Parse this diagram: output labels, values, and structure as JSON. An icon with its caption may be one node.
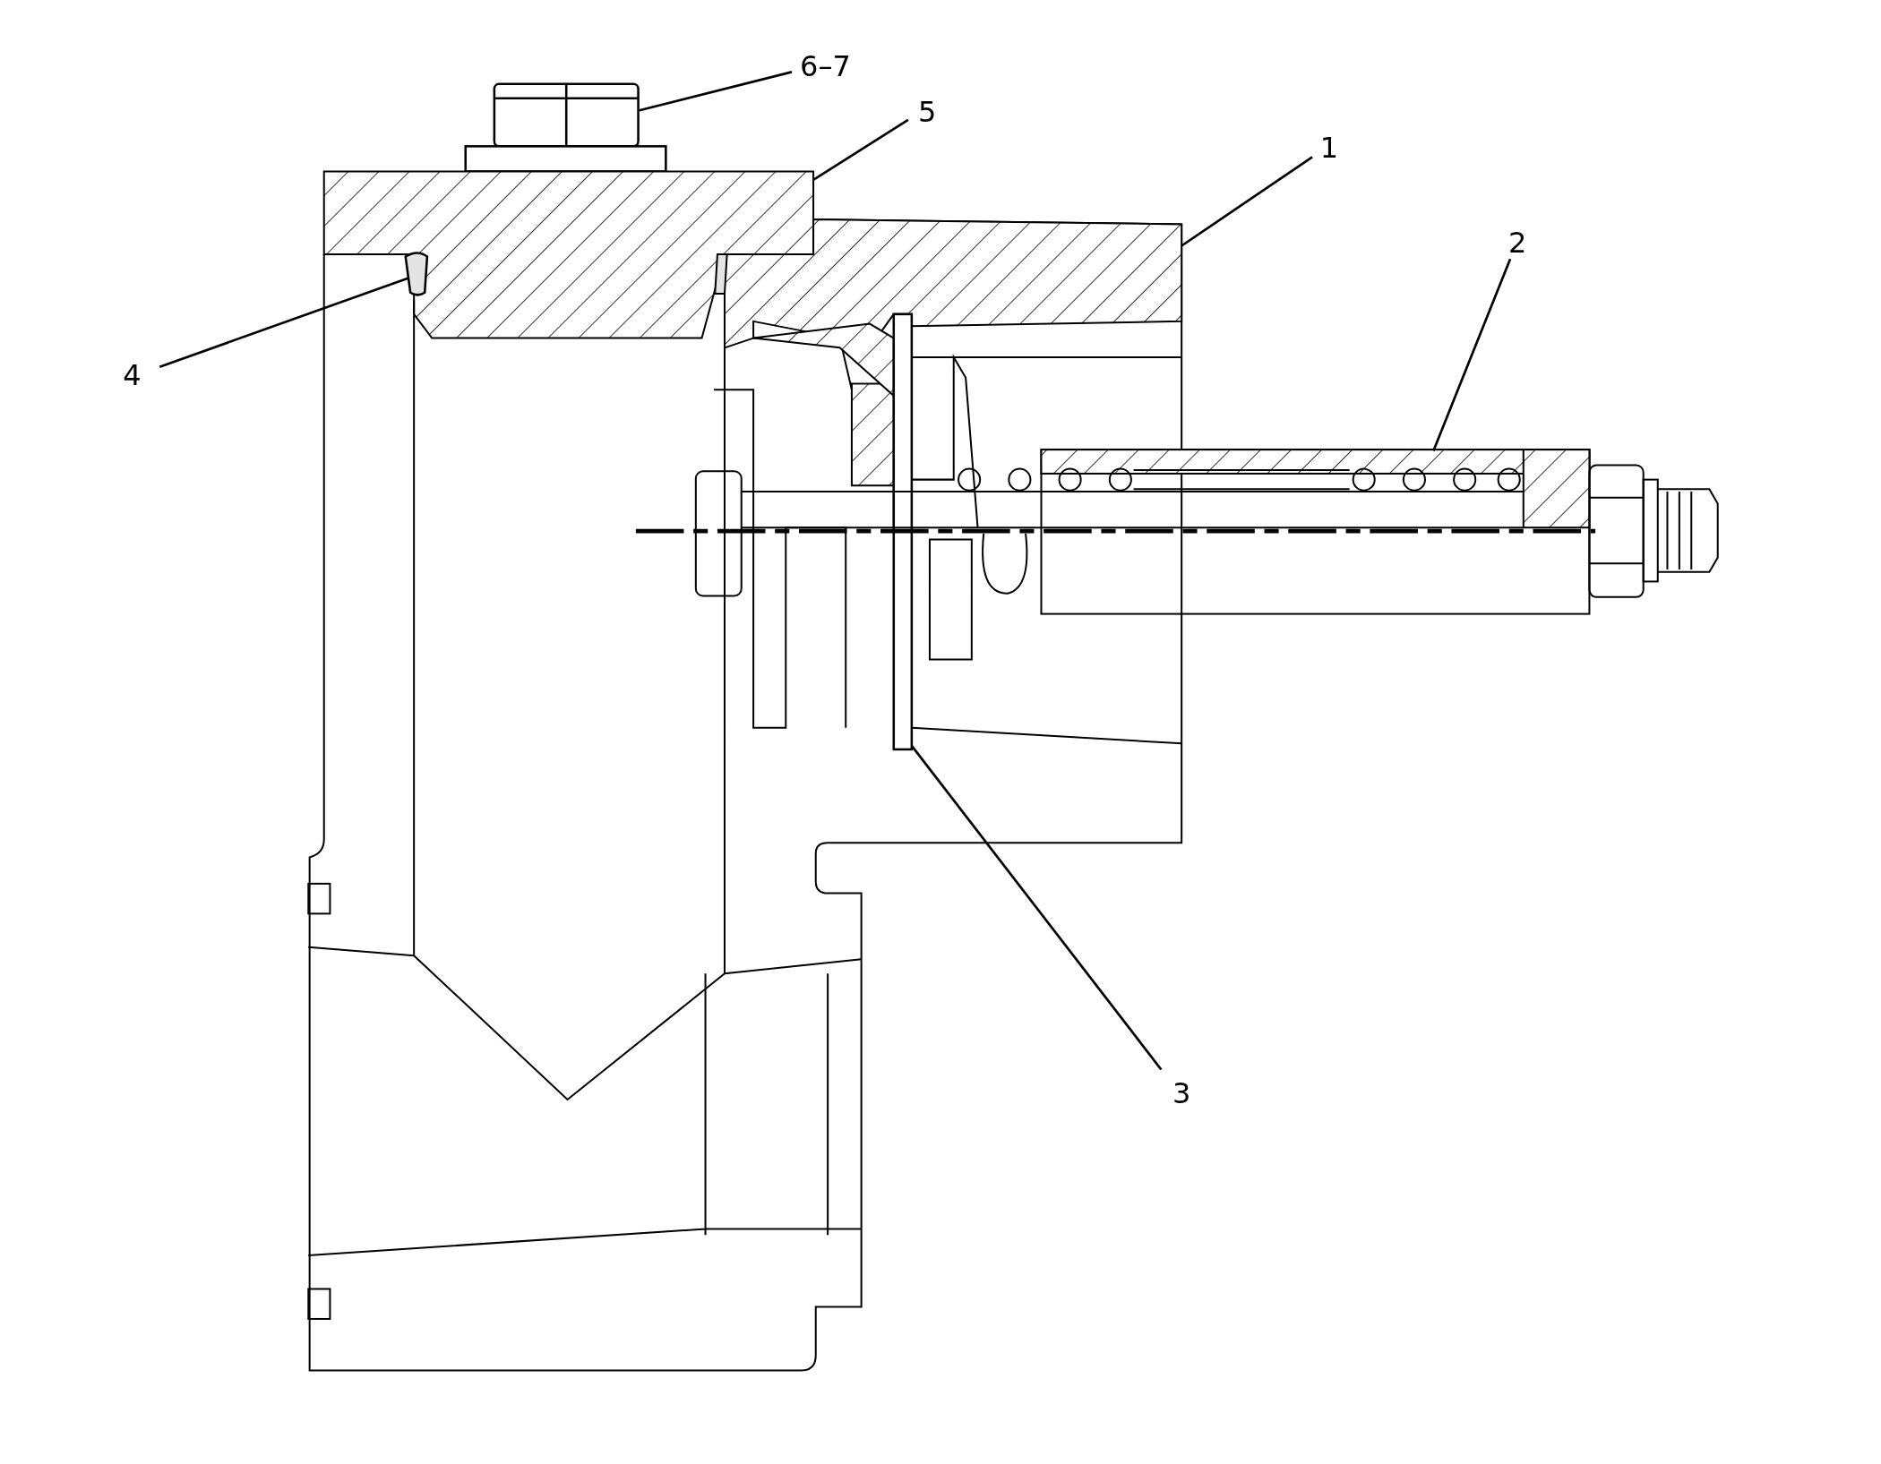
{
  "diagram": {
    "nodes": [
      {
        "text": [
          "6–7"
        ]
      },
      {
        "text": [
          "5"
        ]
      },
      {
        "text": [
          "1"
        ]
      },
      {
        "text": [
          "2"
        ]
      },
      {
        "text": [
          "4"
        ]
      },
      {
        "text": [
          "3"
        ]
      },
      {
        "text": [],
        "shape": "box"
      },
      {
        "text": [],
        "shape": "picture"
      },
      {
        "text": [],
        "shape": "picture"
      },
      {
        "text": [],
        "shape": "picture"
      },
      {
        "text": [],
        "shape": "box"
      },
      {
        "text": [],
        "shape": "box",
        "in": 8
      }
    ],
    "edges": [
      {
        "from": 0,
        "to": 6,
        "arrow": "none"
      },
      {
        "from": 1,
        "to": 7,
        "arrow": "none"
      },
      {
        "from": 2,
        "to": 8,
        "arrow": "none"
      },
      {
        "from": 3,
        "to": 9,
        "arrow": "none"
      },
      {
        "from": 4,
        "to": 10,
        "arrow": "none"
      },
      {
        "from": 5,
        "to": 11,
        "arrow": "none"
      }
    ]
  }
}
